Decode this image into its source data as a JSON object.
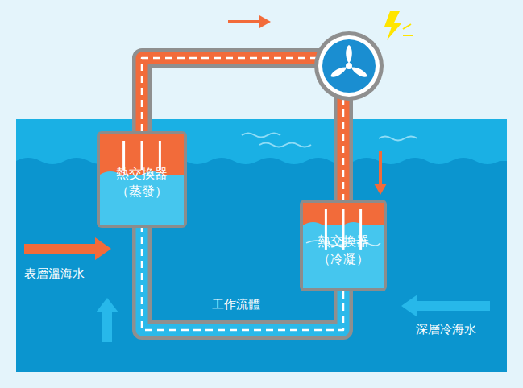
{
  "diagram": {
    "nodes": [
      {
        "text": [
          "熱交換器 （蒸發）"
        ]
      },
      {
        "text": [
          "熱交換器 （冷凝）"
        ]
      }
    ],
    "edges": [
      {
        "from": 0,
        "to": 1,
        "arrow": "none"
      },
      {
        "from": 1,
        "to": 0,
        "label": "工作流體",
        "arrow": "none"
      }
    ],
    "labels": [
      "表層溫海水",
      "深層冷海水"
    ]
  }
}
